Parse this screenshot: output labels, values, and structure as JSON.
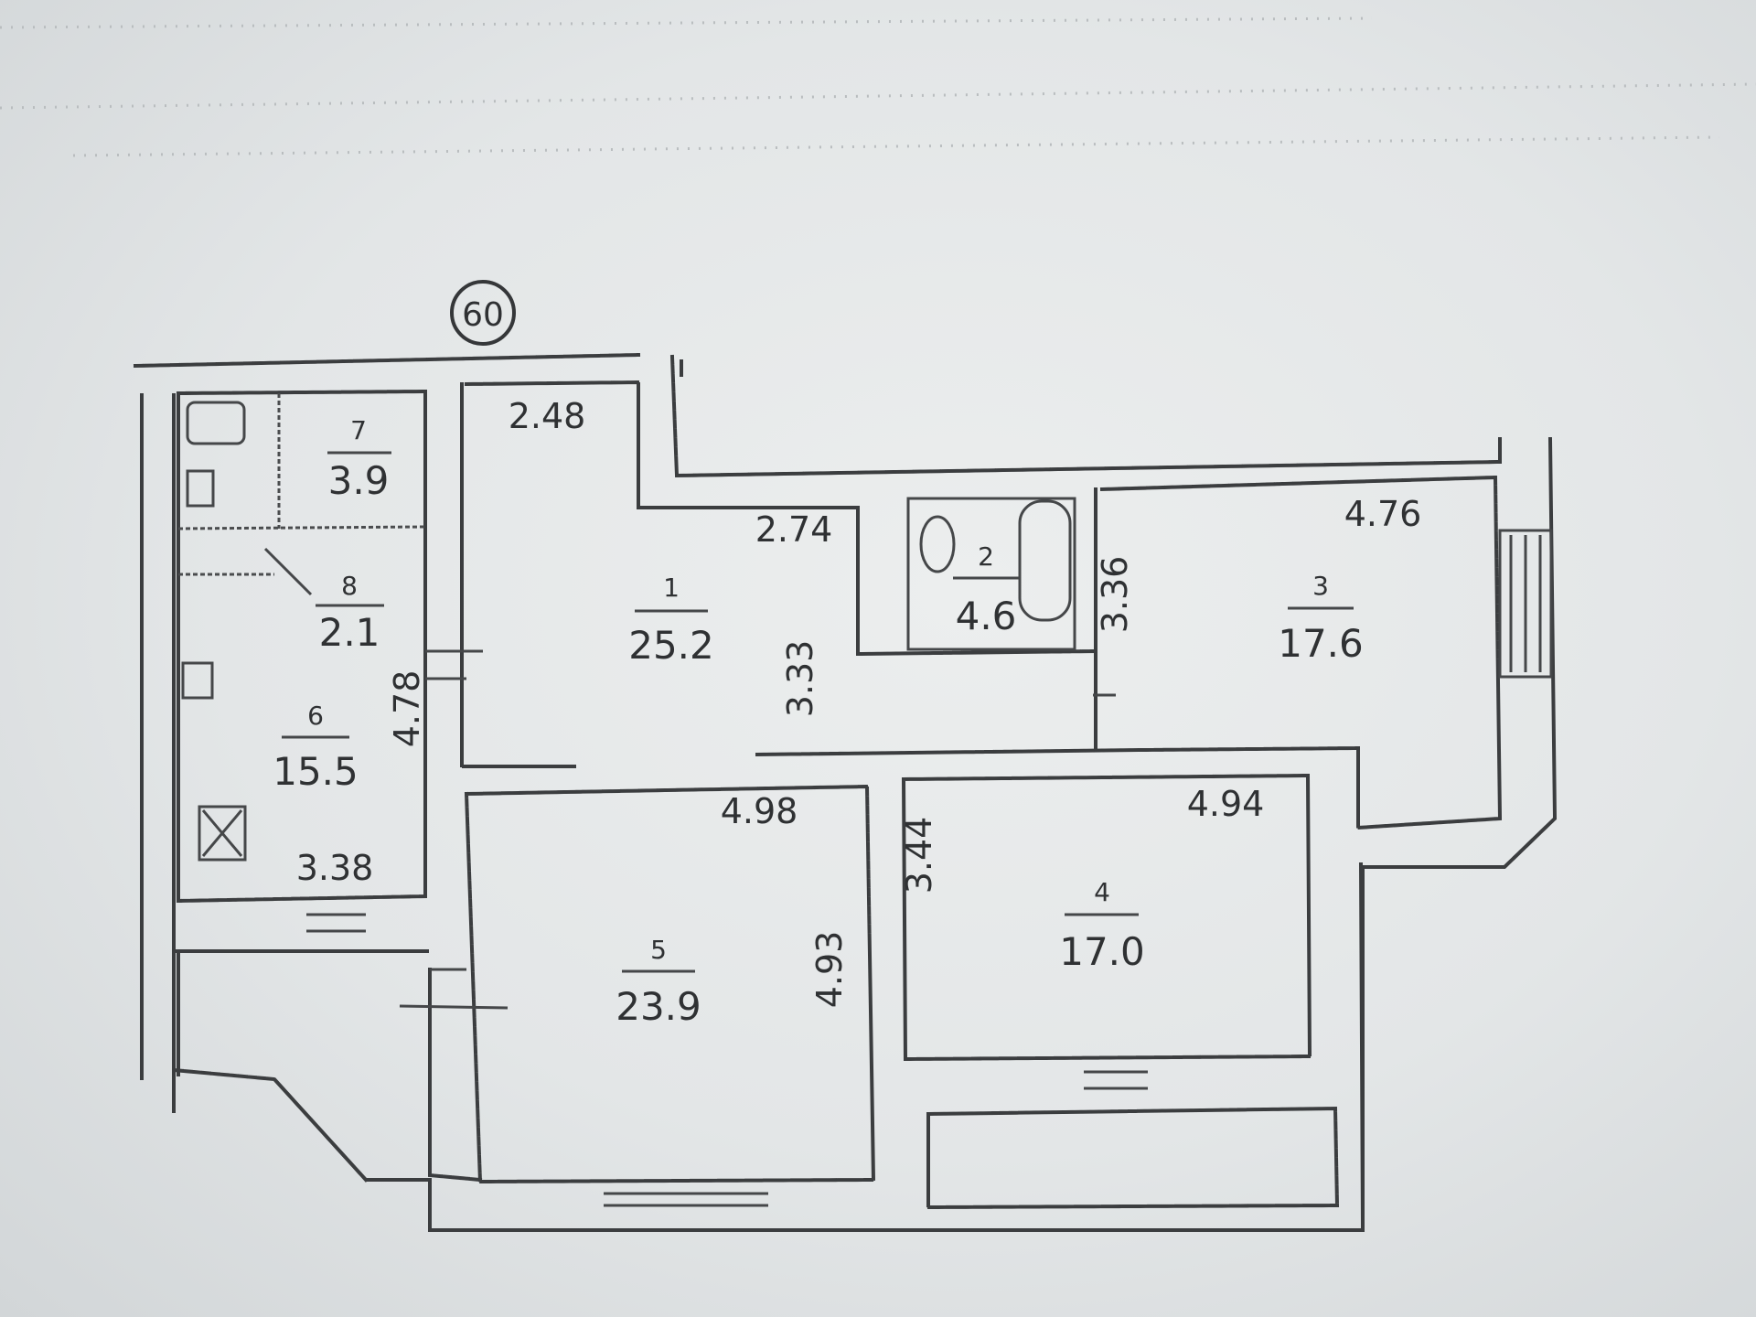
{
  "plan": {
    "apartment_number": "60",
    "rooms": [
      {
        "id": "room-1",
        "number": "1",
        "area": "25.2"
      },
      {
        "id": "room-2",
        "number": "2",
        "area": "4.6"
      },
      {
        "id": "room-3",
        "number": "3",
        "area": "17.6"
      },
      {
        "id": "room-4",
        "number": "4",
        "area": "17.0"
      },
      {
        "id": "room-5",
        "number": "5",
        "area": "23.9"
      },
      {
        "id": "room-6",
        "number": "6",
        "area": "15.5"
      },
      {
        "id": "room-7",
        "number": "7",
        "area": "3.9"
      },
      {
        "id": "room-8",
        "number": "8",
        "area": "2.1"
      }
    ],
    "dimensions": {
      "d_2_48": "2.48",
      "d_2_74": "2.74",
      "d_3_33": "3.33",
      "d_3_36": "3.36",
      "d_4_76": "4.76",
      "d_4_78": "4.78",
      "d_3_38": "3.38",
      "d_4_98": "4.98",
      "d_4_93": "4.93",
      "d_3_44": "3.44",
      "d_4_94": "4.94"
    }
  }
}
